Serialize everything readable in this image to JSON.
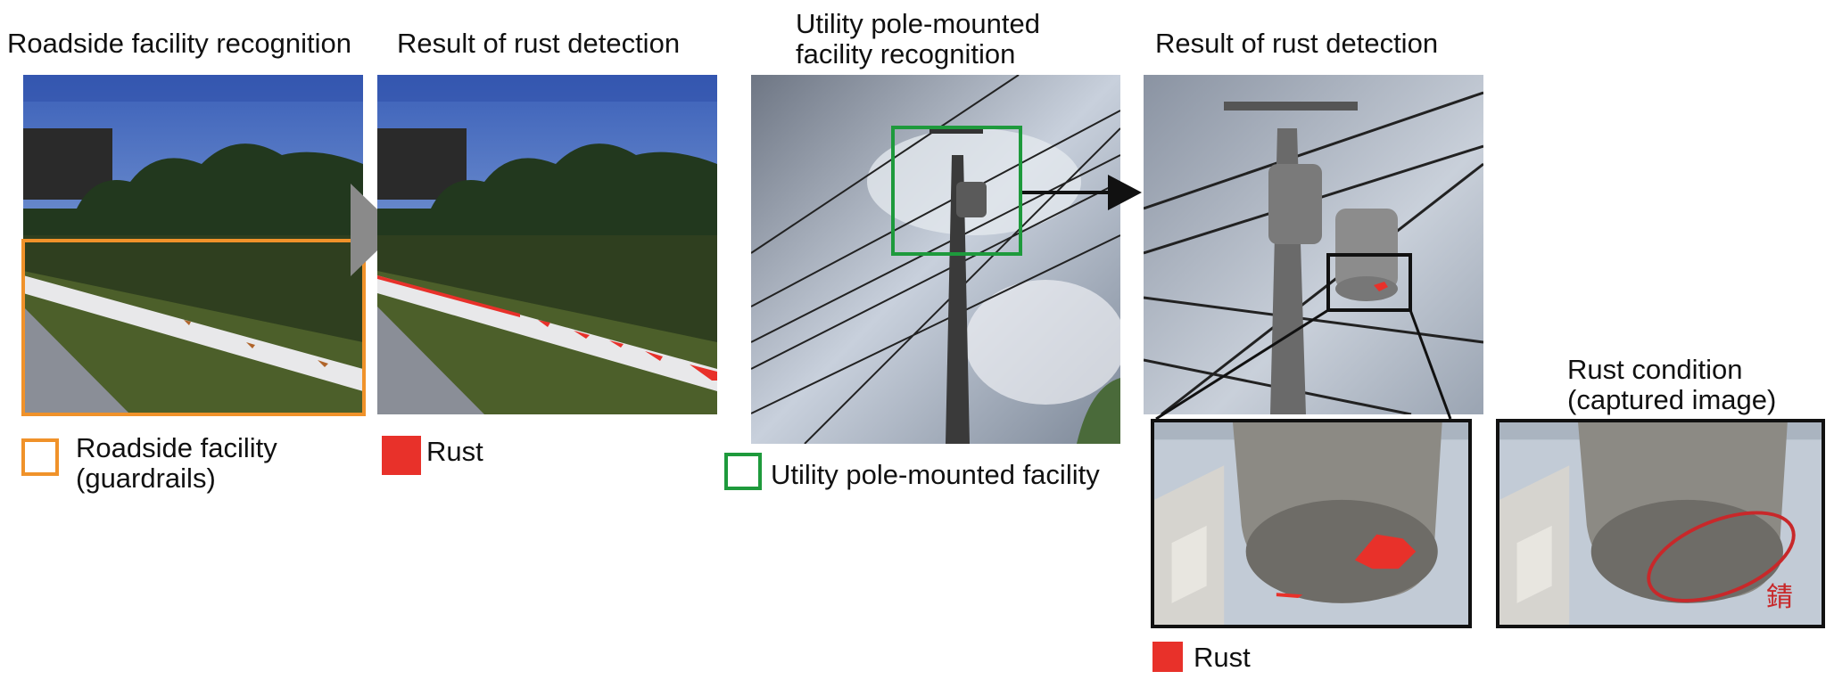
{
  "panels": {
    "roadside_recognition": {
      "title": "Roadside facility recognition",
      "legend": [
        "Roadside facility",
        "(guardrails)"
      ]
    },
    "roadside_rust": {
      "title": "Result of rust detection",
      "legend": "Rust"
    },
    "pole_recognition": {
      "title": [
        "Utility pole-mounted",
        "facility recognition"
      ],
      "legend": "Utility pole-mounted facility"
    },
    "pole_rust": {
      "title": "Result of rust detection",
      "legend": "Rust"
    },
    "rust_condition": {
      "title": [
        "Rust condition",
        "(captured image)"
      ],
      "annotation": "錆"
    }
  },
  "colors": {
    "roadside_box": "#f0922a",
    "pole_box": "#1e9a3c",
    "rust": "#e8312a",
    "arrow_gray": "#8a8a8a",
    "arrow_black": "#111111",
    "ellipse": "#c8282a"
  }
}
